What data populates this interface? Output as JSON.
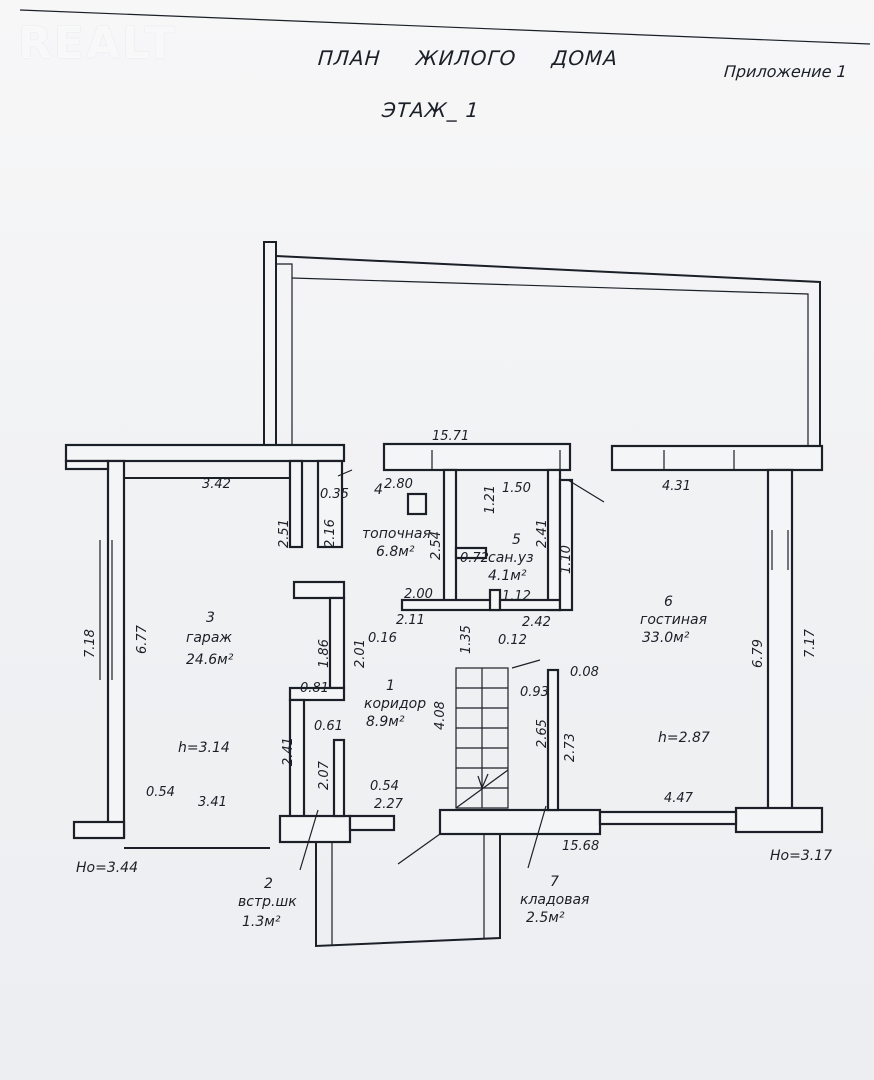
{
  "watermark": "REALT",
  "header": {
    "title": "ПЛАН ЖИЛОГО ДОМА",
    "floor": "ЭТАЖ_ 1",
    "appendix": "Приложение 1"
  },
  "rooms": [
    {
      "num": "1",
      "name": "коридор",
      "area": "8.9м²"
    },
    {
      "num": "2",
      "name": "встр.шк",
      "area": "1.3м²"
    },
    {
      "num": "3",
      "name": "гараж",
      "area": "24.6м²"
    },
    {
      "num": "4",
      "name": "топочная",
      "area": "6.8м²"
    },
    {
      "num": "5",
      "name": "сан.уз",
      "area": "4.1м²"
    },
    {
      "num": "6",
      "name": "гостиная",
      "area": "33.0м²"
    },
    {
      "num": "7",
      "name": "кладовая",
      "area": "2.5м²"
    }
  ],
  "heights": {
    "garage": "h=3.14",
    "living": "h=2.87",
    "left_base": "Ho=3.44",
    "right_base": "Ho=3.17"
  },
  "dims": {
    "d15_71": "15.71",
    "d3_42": "3.42",
    "d2_80": "2.80",
    "d1_50": "1.50",
    "d4_31": "4.31",
    "d0_35": "0.35",
    "d1_21": "1.21",
    "d2_41a": "2.41",
    "d2_51": "2.51",
    "d2_16": "2.16",
    "d2_54": "2.54",
    "d0_72": "0.72",
    "d1_10": "1.10",
    "d2_00": "2.00",
    "d1_12": "1.12",
    "d2_11": "2.11",
    "d2_42": "2.42",
    "d0_16": "0.16",
    "d0_12": "0.12",
    "d7_18": "7.18",
    "d6_77": "6.77",
    "d2_01": "2.01",
    "d1_86": "1.86",
    "d1_35": "1.35",
    "d0_08": "0.08",
    "d6_79": "6.79",
    "d7_17": "7.17",
    "d0_81": "0.81",
    "d0_93": "0.93",
    "d0_61": "0.61",
    "d4_08": "4.08",
    "d2_65": "2.65",
    "d2_73": "2.73",
    "d2_41b": "2.41",
    "d2_07": "2.07",
    "d0_54a": "0.54",
    "d3_41": "3.41",
    "d0_54b": "0.54",
    "d2_27": "2.27",
    "d4_47": "4.47",
    "d15_68": "15.68"
  }
}
